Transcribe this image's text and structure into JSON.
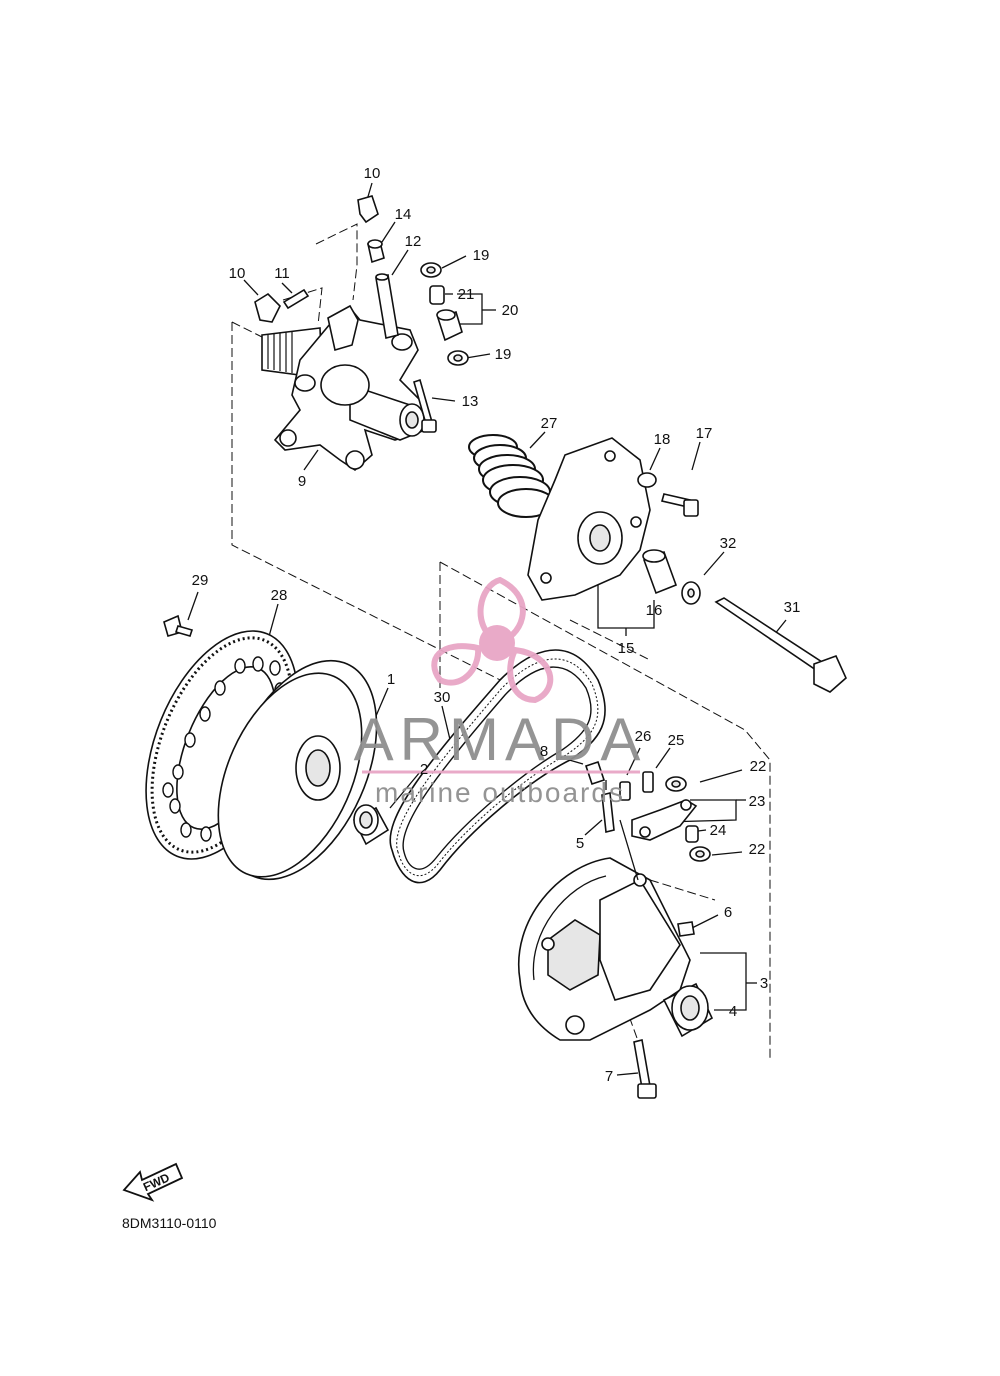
{
  "diagram_code": "8DM3110-0110",
  "fwd_label": "FWD",
  "watermark": {
    "brand": "ARMADA",
    "tagline": "marine outboards",
    "accent_color": "#e8a6c6",
    "text_color": "#8f8f8f"
  },
  "labels": [
    {
      "id": "l10a",
      "text": "10"
    },
    {
      "id": "l14",
      "text": "14"
    },
    {
      "id": "l12",
      "text": "12"
    },
    {
      "id": "l19a",
      "text": "19"
    },
    {
      "id": "l10b",
      "text": "10"
    },
    {
      "id": "l11",
      "text": "11"
    },
    {
      "id": "l21",
      "text": "21"
    },
    {
      "id": "l20",
      "text": "20"
    },
    {
      "id": "l19b",
      "text": "19"
    },
    {
      "id": "l13",
      "text": "13"
    },
    {
      "id": "l9",
      "text": "9"
    },
    {
      "id": "l27",
      "text": "27"
    },
    {
      "id": "l18",
      "text": "18"
    },
    {
      "id": "l17",
      "text": "17"
    },
    {
      "id": "l32",
      "text": "32"
    },
    {
      "id": "l16",
      "text": "16"
    },
    {
      "id": "l15",
      "text": "15"
    },
    {
      "id": "l31",
      "text": "31"
    },
    {
      "id": "l29",
      "text": "29"
    },
    {
      "id": "l28",
      "text": "28"
    },
    {
      "id": "l1",
      "text": "1"
    },
    {
      "id": "l30",
      "text": "30"
    },
    {
      "id": "l2",
      "text": "2"
    },
    {
      "id": "l8",
      "text": "8"
    },
    {
      "id": "l26",
      "text": "26"
    },
    {
      "id": "l25",
      "text": "25"
    },
    {
      "id": "l22a",
      "text": "22"
    },
    {
      "id": "l23",
      "text": "23"
    },
    {
      "id": "l5",
      "text": "5"
    },
    {
      "id": "l24",
      "text": "24"
    },
    {
      "id": "l22b",
      "text": "22"
    },
    {
      "id": "l6",
      "text": "6"
    },
    {
      "id": "l3",
      "text": "3"
    },
    {
      "id": "l4",
      "text": "4"
    },
    {
      "id": "l7",
      "text": "7"
    }
  ]
}
